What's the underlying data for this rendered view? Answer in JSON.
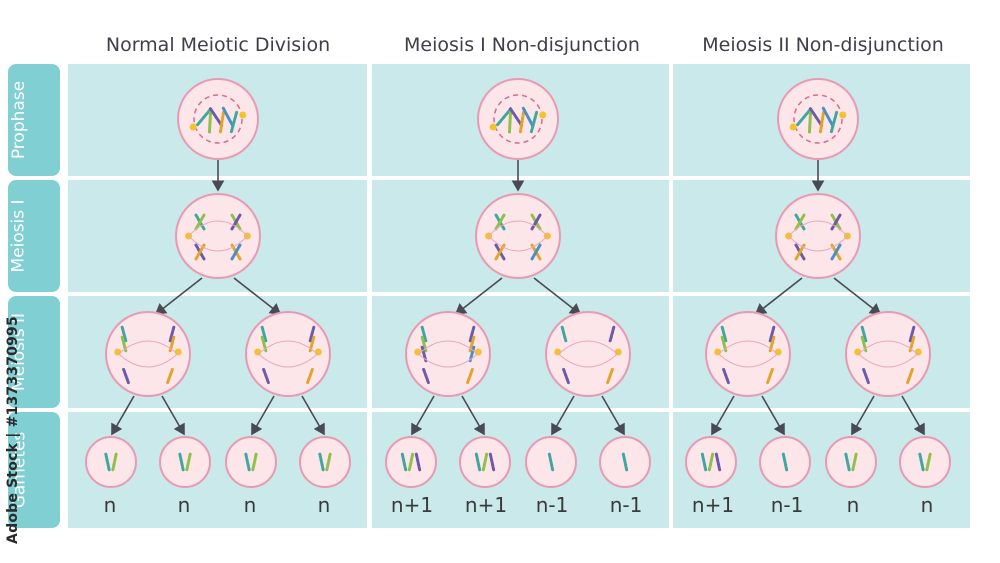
{
  "columns": [
    {
      "title": "Normal Meiotic Division",
      "labels": [
        "n",
        "n",
        "n",
        "n"
      ]
    },
    {
      "title": "Meiosis I Non-disjunction",
      "labels": [
        "n+1",
        "n+1",
        "n-1",
        "n-1"
      ]
    },
    {
      "title": "Meiosis II Non-disjunction",
      "labels": [
        "n+1",
        "n-1",
        "n",
        "n"
      ]
    }
  ],
  "rows": [
    "Prophase",
    "Meiosis I",
    "Meiosis II",
    "Gametes"
  ],
  "watermark": "Adobe Stock | #1373370995",
  "colors": {
    "panel": "#c9e9eb",
    "row_label": "#7fcfd3",
    "cell_fill": "#fde6ea",
    "cell_stroke": "#e89ab0",
    "arrow": "#4a4a55",
    "chromosome_colors": [
      "#3fa7a0",
      "#8fc04a",
      "#6d5aa8",
      "#e0a62a",
      "#4a8fc9"
    ]
  }
}
